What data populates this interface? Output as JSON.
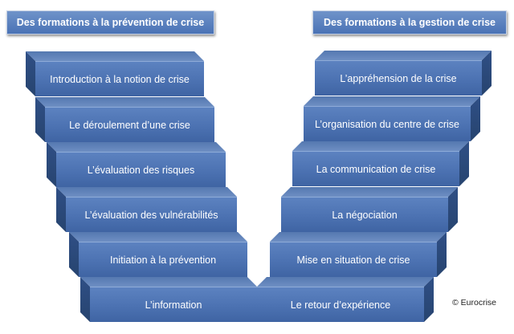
{
  "headers": {
    "left": "Des formations à la prévention de crise",
    "right": "Des formations à la  gestion de crise"
  },
  "prevention_steps": [
    "Introduction à la notion de crise",
    "Le déroulement  d’une crise",
    "L’évaluation des risques",
    "L’évaluation des vulnérabilités",
    "Initiation à la prévention",
    "L’information"
  ],
  "gestion_steps": [
    "L’appréhension de la crise",
    "L’organisation du centre de crise",
    "La communication  de crise",
    "La négociation",
    "Mise en situation de crise",
    "Le retour d’expérience"
  ],
  "copyright": "© Eurocrise",
  "colors": {
    "header": "#5a80bf",
    "step_front": "#4c72b2",
    "step_top": "#6e8fc3",
    "step_side": "#2f4f86"
  }
}
